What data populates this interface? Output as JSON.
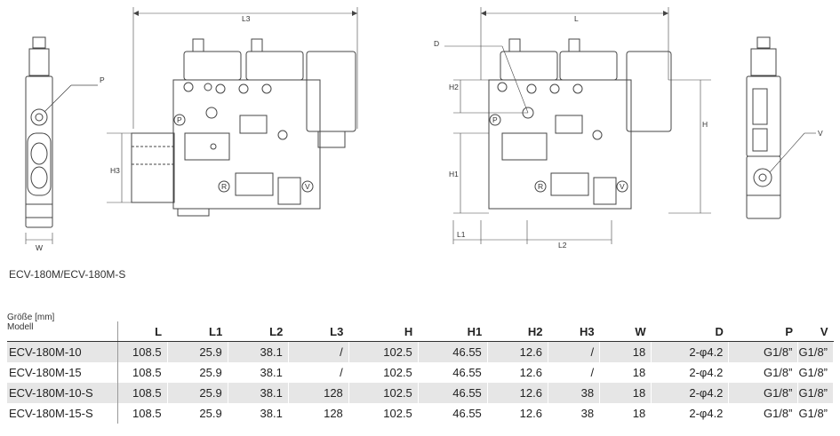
{
  "drawing": {
    "labels": {
      "p": "P",
      "h3": "H3",
      "w": "W",
      "l3": "L3",
      "d": "D",
      "h2": "H2",
      "h1": "H1",
      "l": "L",
      "h": "H",
      "l1": "L1",
      "l2": "L2",
      "v": "V",
      "port_p": "P",
      "port_r": "R",
      "port_v": "V"
    }
  },
  "caption": "ECV-180M/ECV-180M-S",
  "table": {
    "unit_label": "Größe [mm]",
    "model_label": "Modell",
    "columns": [
      "L",
      "L1",
      "L2",
      "L3",
      "H",
      "H1",
      "H2",
      "H3",
      "W",
      "D",
      "P",
      "V"
    ],
    "rows": [
      [
        "ECV-180M-10",
        "108.5",
        "25.9",
        "38.1",
        "/",
        "102.5",
        "46.55",
        "12.6",
        "/",
        "18",
        "2-φ4.2",
        "G1/8”",
        "G1/8”"
      ],
      [
        "ECV-180M-15",
        "108.5",
        "25.9",
        "38.1",
        "/",
        "102.5",
        "46.55",
        "12.6",
        "/",
        "18",
        "2-φ4.2",
        "G1/8”",
        "G1/8”"
      ],
      [
        "ECV-180M-10-S",
        "108.5",
        "25.9",
        "38.1",
        "128",
        "102.5",
        "46.55",
        "12.6",
        "38",
        "18",
        "2-φ4.2",
        "G1/8”",
        "G1/8”"
      ],
      [
        "ECV-180M-15-S",
        "108.5",
        "25.9",
        "38.1",
        "128",
        "102.5",
        "46.55",
        "12.6",
        "38",
        "18",
        "2-φ4.2",
        "G1/8”",
        "G1/8”"
      ]
    ]
  }
}
